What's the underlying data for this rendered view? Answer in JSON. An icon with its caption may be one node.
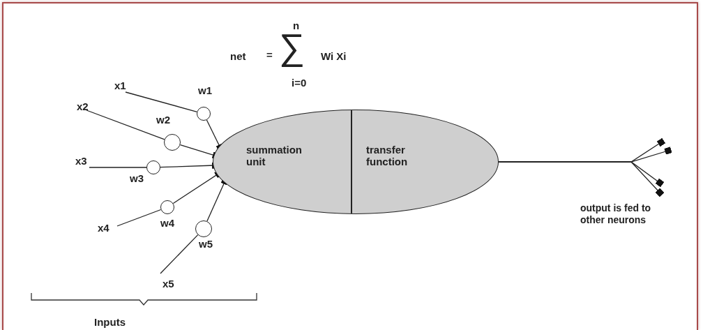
{
  "diagram": {
    "nodes": [
      {
        "text": [
          "x1"
        ]
      },
      {
        "text": [
          "x2"
        ]
      },
      {
        "text": [
          "x3"
        ]
      },
      {
        "text": [
          "x4"
        ]
      },
      {
        "text": [
          "x5"
        ]
      },
      {
        "text": [],
        "shape": "circle",
        "beside": [
          "w1"
        ]
      },
      {
        "text": [],
        "shape": "circle",
        "beside": [
          "w2"
        ]
      },
      {
        "text": [],
        "shape": "circle",
        "beside": [
          "w3"
        ]
      },
      {
        "text": [],
        "shape": "circle",
        "beside": [
          "w4"
        ]
      },
      {
        "text": [],
        "shape": "circle",
        "beside": [
          "w5"
        ]
      },
      {
        "text": [],
        "shape": "ellipse"
      },
      {
        "text": [
          "summation unit"
        ],
        "in": 10
      },
      {
        "text": [
          "transfer function"
        ],
        "in": 10
      }
    ],
    "edges": [
      {
        "from": 0,
        "to": 5,
        "arrow": "none"
      },
      {
        "from": 5,
        "to": 10,
        "arrow": "other"
      },
      {
        "from": 1,
        "to": 6,
        "arrow": "none"
      },
      {
        "from": 6,
        "to": 10,
        "arrow": "other"
      },
      {
        "from": 2,
        "to": 7,
        "arrow": "none"
      },
      {
        "from": 7,
        "to": 10,
        "arrow": "other"
      },
      {
        "from": 3,
        "to": 8,
        "arrow": "none"
      },
      {
        "from": 8,
        "to": 10,
        "arrow": "other"
      },
      {
        "from": 4,
        "to": 9,
        "arrow": "none"
      },
      {
        "from": 9,
        "to": 10,
        "arrow": "other"
      },
      {
        "from": 10,
        "to": null,
        "arrow": "other"
      },
      {
        "from": 10,
        "to": null,
        "arrow": "other"
      },
      {
        "from": 10,
        "to": null,
        "arrow": "other"
      },
      {
        "from": 10,
        "to": null,
        "arrow": "other"
      }
    ],
    "labels": [
      "n",
      "net",
      "=",
      "∑",
      "Wi Xi",
      "i=0",
      "output is fed to other neurons",
      "Inputs"
    ]
  }
}
